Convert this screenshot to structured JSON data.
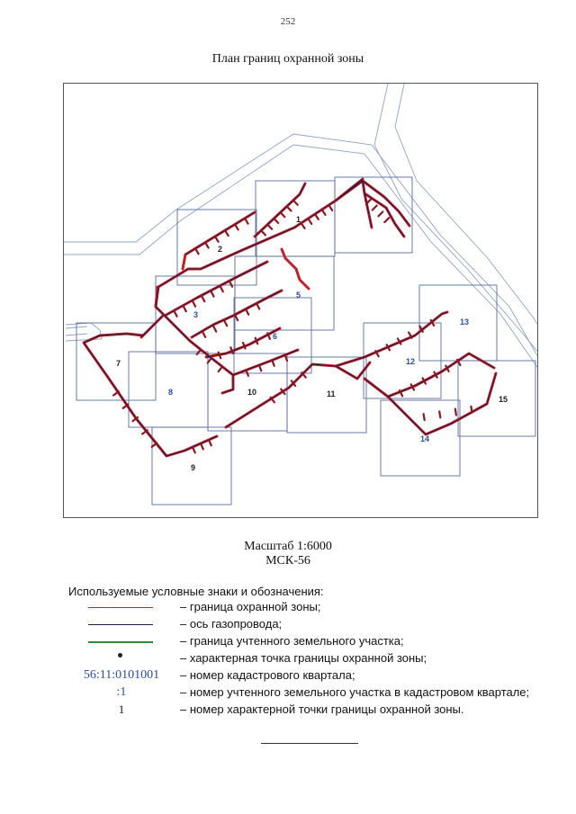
{
  "page_number": "252",
  "title": "План границ охранной зоны",
  "map": {
    "sheet_labels": [
      "1",
      "2",
      "3",
      "5",
      "6",
      "7",
      "8",
      "9",
      "10",
      "11",
      "12",
      "13",
      "14",
      "15"
    ],
    "colors": {
      "zone_boundary": "#c0202a",
      "pipeline_axis": "#1c1c40",
      "land_plot": "#2e8b3d",
      "quarter_grid": "#5a6d9a",
      "road": "#8ea3c4",
      "sheet_label_dark": "#222222",
      "sheet_label_blue": "#2b4d9c"
    }
  },
  "scale": {
    "line1": "Масштаб 1:6000",
    "line2": "МСК-56"
  },
  "legend": {
    "title": "Используемые условные знаки и обозначения:",
    "items": [
      {
        "symbol": "line",
        "color": "#c0202a",
        "text": "– граница охранной зоны;"
      },
      {
        "symbol": "line",
        "color": "#1c1c40",
        "text": "– ось газопровода;"
      },
      {
        "symbol": "line",
        "color": "#2e8b3d",
        "text": "– граница учтенного земельного участка;"
      },
      {
        "symbol": "dot",
        "color": "#222222",
        "text": "– характерная точка границы охранной зоны;"
      },
      {
        "symbol": "text",
        "label": "56:11:0101001",
        "color": "#2b4d9c",
        "text": "– номер кадастрового квартала;"
      },
      {
        "symbol": "text",
        "label": ":1",
        "color": "#2b4d9c",
        "text": "– номер учтенного земельного участка  в кадастровом квартале;"
      },
      {
        "symbol": "text",
        "label": "1",
        "color": "#111111",
        "text": "– номер характерной точки границы охранной зоны."
      }
    ]
  }
}
